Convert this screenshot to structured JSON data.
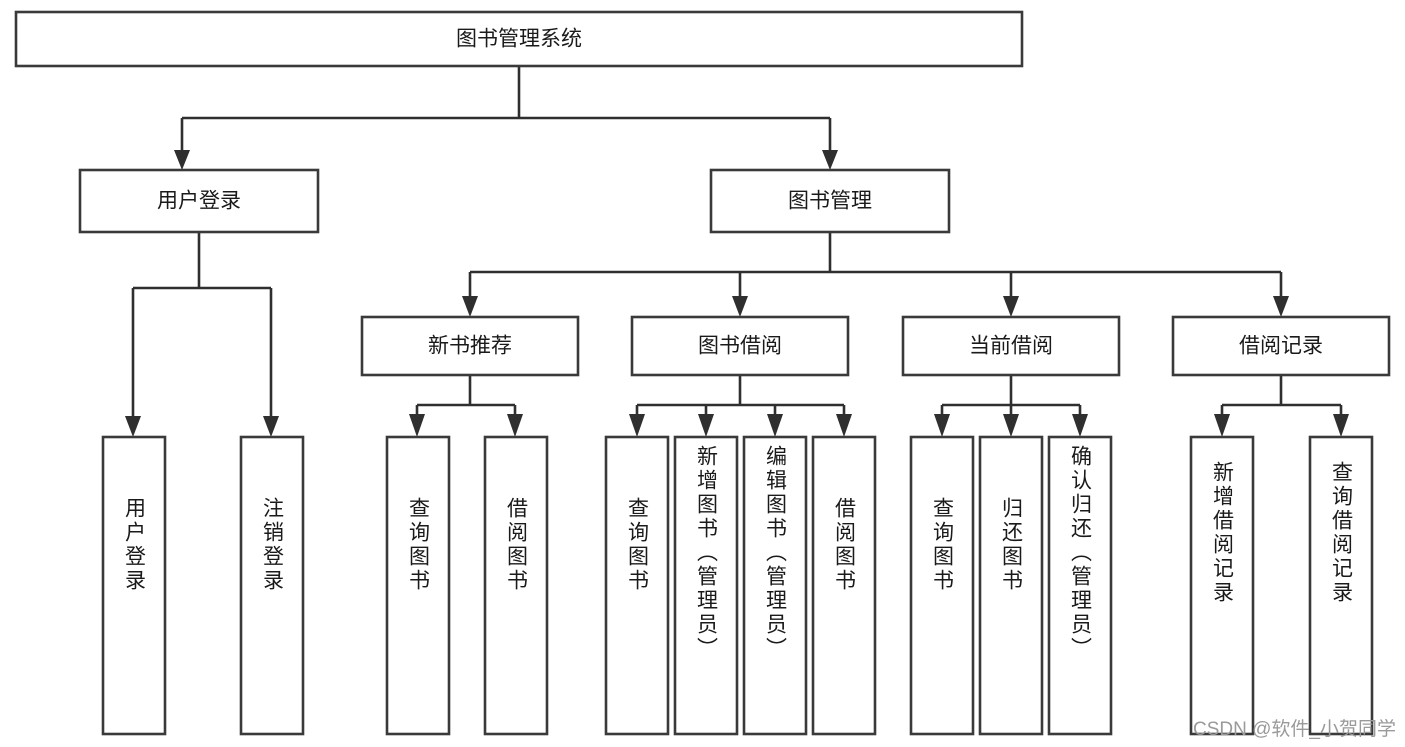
{
  "diagram": {
    "type": "hierarchy-tree",
    "title": "图书管理系统",
    "root": {
      "label": "图书管理系统"
    },
    "level2": [
      {
        "label": "用户登录"
      },
      {
        "label": "图书管理"
      }
    ],
    "level3": [
      {
        "label": "新书推荐"
      },
      {
        "label": "图书借阅"
      },
      {
        "label": "当前借阅"
      },
      {
        "label": "借阅记录"
      }
    ],
    "leaves": {
      "user_login": [
        {
          "label": "用户登录"
        },
        {
          "label": "注销登录"
        }
      ],
      "new_book_recommend": [
        {
          "label": "查询图书"
        },
        {
          "label": "借阅图书"
        }
      ],
      "book_borrow": [
        {
          "label": "查询图书"
        },
        {
          "label": "新增图书（管理员）"
        },
        {
          "label": "编辑图书（管理员）"
        },
        {
          "label": "借阅图书"
        }
      ],
      "current_borrow": [
        {
          "label": "查询图书"
        },
        {
          "label": "归还图书"
        },
        {
          "label": "确认归还（管理员）"
        }
      ],
      "borrow_record": [
        {
          "label": "新增借阅记录"
        },
        {
          "label": "查询借阅记录"
        }
      ]
    }
  },
  "watermark": {
    "text": "CSDN @软件_小贺同学"
  },
  "colors": {
    "background": "#ffffff",
    "box_stroke": "#3a3a3a",
    "connector": "#2f2f2f",
    "text": "#1a1a1a",
    "watermark": "#9a9a9a"
  }
}
